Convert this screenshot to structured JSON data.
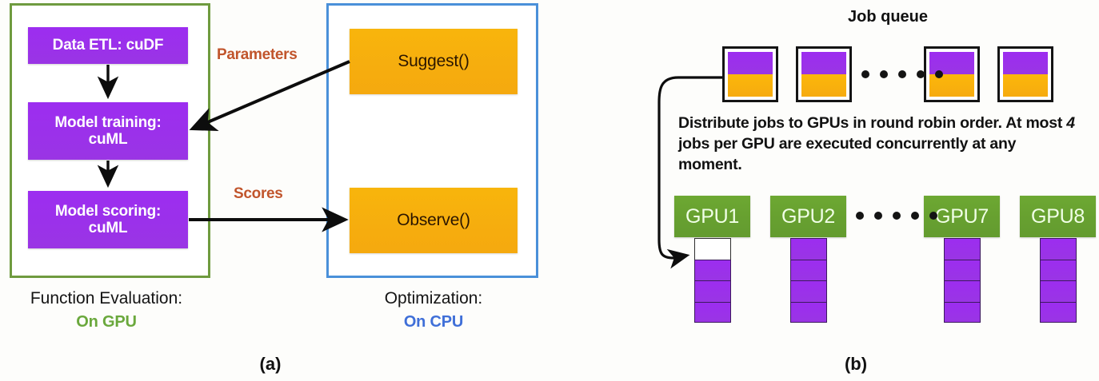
{
  "figure": {
    "panel_a_label": "(a)",
    "panel_b_label": "(b)"
  },
  "panel_a": {
    "gpu_container": {
      "border_color": "#6f9b3f",
      "caption_main": "Function Evaluation:",
      "caption_sub": "On GPU",
      "caption_sub_color": "#6aa83c",
      "boxes": [
        {
          "label": "Data ETL: cuDF",
          "color": "#9b31ea"
        },
        {
          "label": "Model training:\ncuML",
          "color": "#9b31ea"
        },
        {
          "label": "Model scoring:\ncuML",
          "color": "#9b31ea"
        }
      ]
    },
    "cpu_container": {
      "border_color": "#4a90d9",
      "caption_main": "Optimization:",
      "caption_sub": "On CPU",
      "caption_sub_color": "#3f6fd8",
      "boxes": [
        {
          "label": "Suggest()",
          "color": "#f6ad0e"
        },
        {
          "label": "Observe()",
          "color": "#f6ad0e"
        }
      ]
    },
    "edges": [
      {
        "label": "Parameters",
        "color": "#c1552c",
        "from": "Suggest()",
        "to": "Model training: cuML"
      },
      {
        "label": "Scores",
        "color": "#c1552c",
        "from": "Model scoring: cuML",
        "to": "Observe()"
      }
    ]
  },
  "panel_b": {
    "queue_title": "Job queue",
    "queue_cards": [
      {
        "segments": [
          "purple",
          "orange"
        ]
      },
      {
        "segments": [
          "purple",
          "orange"
        ]
      },
      {
        "segments": [
          "purple",
          "orange"
        ]
      },
      {
        "segments": [
          "purple",
          "orange"
        ]
      }
    ],
    "queue_ellipsis_dots": 5,
    "note_line_1": "Distribute jobs to GPUs in round robin order. At",
    "note_line_2_a": "most ",
    "note_line_2_em": "4",
    "note_line_2_b": " jobs per GPU are executed concurrently",
    "note_line_3": "at any moment.",
    "gpu_ellipsis_dots": 5,
    "gpus": [
      {
        "name": "GPU1",
        "slots": [
          "empty",
          "busy",
          "busy",
          "busy"
        ]
      },
      {
        "name": "GPU2",
        "slots": [
          "busy",
          "busy",
          "busy",
          "busy"
        ]
      },
      {
        "name": "GPU7",
        "slots": [
          "busy",
          "busy",
          "busy",
          "busy"
        ]
      },
      {
        "name": "GPU8",
        "slots": [
          "busy",
          "busy",
          "busy",
          "busy"
        ]
      }
    ],
    "gpu_head_color": "#67a030",
    "job_purple": "#9b31ea",
    "job_orange": "#f6ad0e"
  }
}
